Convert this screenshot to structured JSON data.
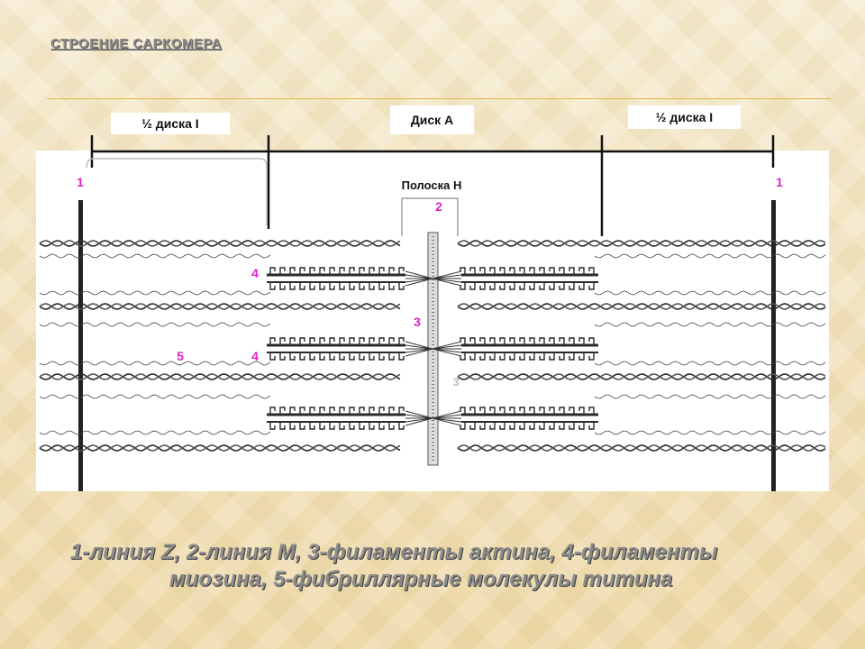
{
  "slide": {
    "title": "СТРОЕНИЕ САРКОМЕРА"
  },
  "bands": {
    "half_disc_i_left": "½ диска I",
    "disc_a": "Диск А",
    "half_disc_i_right": "½ диска I"
  },
  "diagram": {
    "h_zone_label": "Полоска Н",
    "markers": {
      "z_line_left": "1",
      "z_line_right": "1",
      "m_line": "2",
      "actin": "3",
      "myosin_upper": "4",
      "myosin_lower": "4",
      "titin": "5",
      "actin_faint": "3"
    },
    "colors": {
      "marker": "#e020c8",
      "filament": "#2a2a2a",
      "panel": "#ffffff"
    }
  },
  "caption": {
    "line1": "1-линия Z, 2-линия M, 3-филаменты актина, 4-филаменты",
    "line2": "миозина, 5-фибриллярные молекулы титина"
  }
}
